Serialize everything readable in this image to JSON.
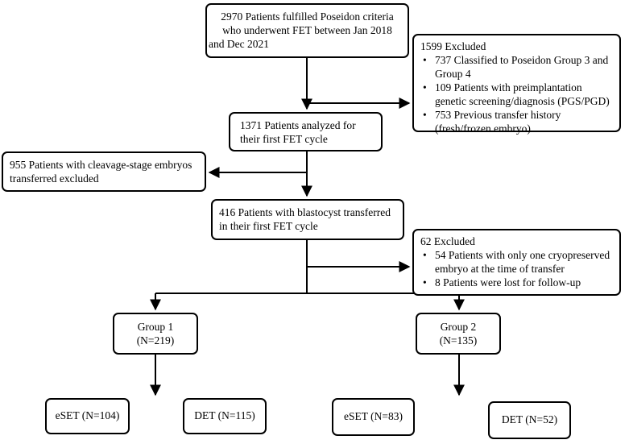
{
  "boxes": {
    "initial": {
      "lines": [
        "2970 Patients fulfilled Poseidon criteria",
        "who underwent FET between Jan 2018",
        "and Dec 2021"
      ]
    },
    "excluded1": {
      "title": "1599 Excluded",
      "items": [
        [
          "737 Classified to Poseidon Group 3 and",
          "Group 4"
        ],
        [
          "109 Patients with preimplantation",
          "genetic screening/diagnosis  (PGS/PGD)"
        ],
        [
          "753 Previous transfer history",
          "(fresh/frozen embryo)"
        ]
      ]
    },
    "analyzed": {
      "lines": [
        "1371 Patients analyzed for",
        "their first FET cycle"
      ]
    },
    "cleavage": {
      "lines": [
        "955 Patients with cleavage-stage embryos",
        "transferred excluded"
      ]
    },
    "blastocyst": {
      "lines": [
        "416 Patients with blastocyst transferred",
        "in their first FET cycle"
      ]
    },
    "excluded2": {
      "title": "62 Excluded",
      "items": [
        [
          "54 Patients with only one cryopreserved",
          "embryo at the time of transfer"
        ],
        [
          "8 Patients were lost for follow-up"
        ]
      ]
    },
    "group1": {
      "lines": [
        "Group 1",
        "(N=219)"
      ]
    },
    "group2": {
      "lines": [
        "Group 2",
        "(N=135)"
      ]
    },
    "g1_eset": {
      "lines": [
        "eSET (N=104)"
      ]
    },
    "g1_det": {
      "lines": [
        "DET (N=115)"
      ]
    },
    "g2_eset": {
      "lines": [
        "eSET (N=83)"
      ]
    },
    "g2_det": {
      "lines": [
        "DET (N=52)"
      ]
    }
  }
}
